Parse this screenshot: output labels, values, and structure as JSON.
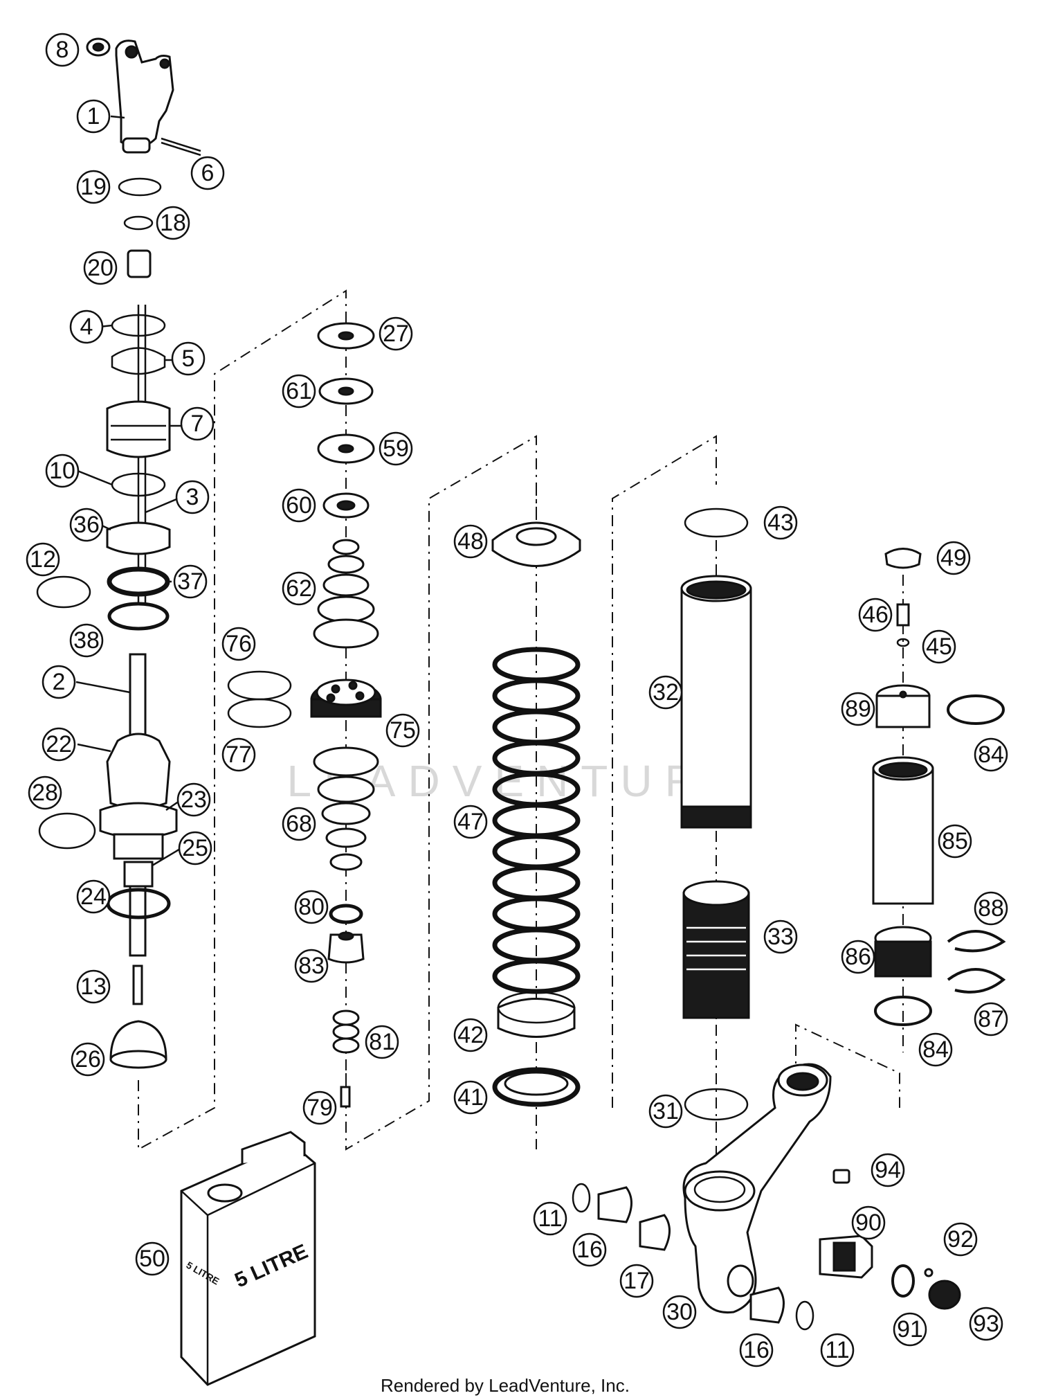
{
  "watermark": "LEADVENTURE",
  "footer": "Rendered by LeadVenture, Inc.",
  "can_label_front": "5 LITRE",
  "can_label_side": "5 LITRE",
  "callouts": [
    "8",
    "1",
    "6",
    "19",
    "18",
    "20",
    "4",
    "5",
    "7",
    "10",
    "3",
    "36",
    "12",
    "37",
    "38",
    "2",
    "22",
    "28",
    "23",
    "24",
    "25",
    "13",
    "26",
    "27",
    "61",
    "59",
    "60",
    "62",
    "76",
    "77",
    "75",
    "68",
    "80",
    "83",
    "81",
    "79",
    "48",
    "47",
    "42",
    "41",
    "43",
    "32",
    "33",
    "31",
    "49",
    "46",
    "45",
    "89",
    "84",
    "85",
    "88",
    "86",
    "87",
    "84",
    "94",
    "11",
    "16",
    "17",
    "30",
    "90",
    "92",
    "91",
    "93",
    "16",
    "11",
    "50"
  ]
}
